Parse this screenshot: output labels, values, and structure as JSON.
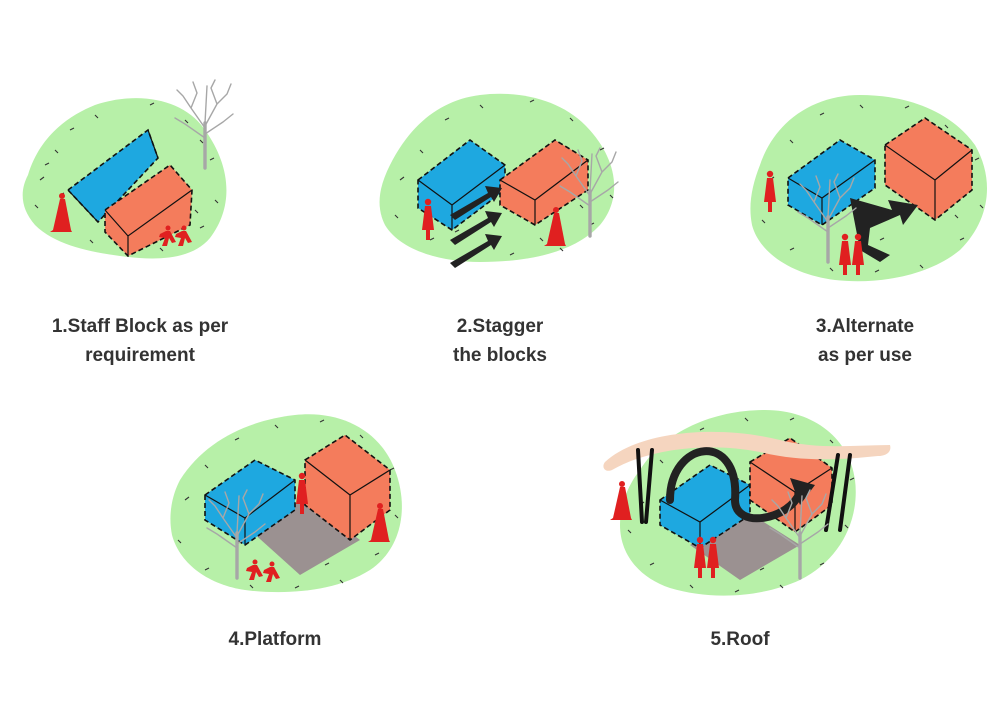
{
  "colors": {
    "ground": "#b7f0a8",
    "blue_block": "#1ea8e0",
    "orange_block": "#f47c5c",
    "platform": "#9b9191",
    "figure": "#e02020",
    "tree": "#a7a7a7",
    "arrow": "#222222",
    "roof_band": "#f5d5bf",
    "text": "#333333"
  },
  "steps": [
    {
      "number": "1",
      "lines": [
        "1.Staff Block as per",
        "requirement"
      ]
    },
    {
      "number": "2",
      "lines": [
        "2.Stagger",
        "the blocks"
      ]
    },
    {
      "number": "3",
      "lines": [
        "3.Alternate",
        "as per use"
      ]
    },
    {
      "number": "4",
      "lines": [
        "4.Platform"
      ]
    },
    {
      "number": "5",
      "lines": [
        "5.Roof"
      ]
    }
  ]
}
